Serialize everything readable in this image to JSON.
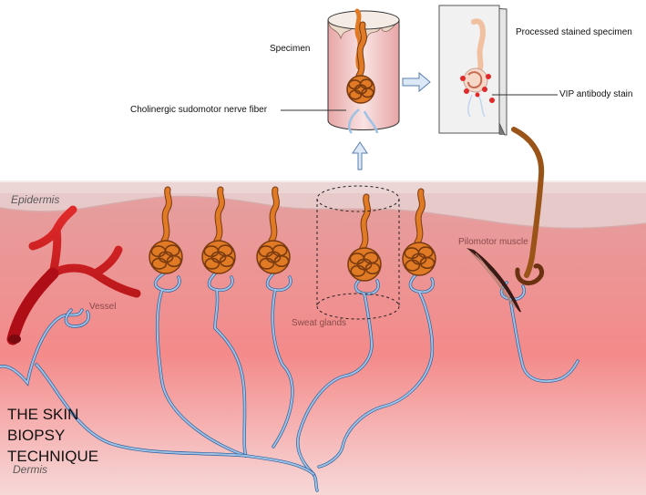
{
  "labels": {
    "specimen": "Specimen",
    "nerve_fiber": "Cholinergic sudomotor nerve fiber",
    "processed": "Processed stained specimen",
    "vip": "VIP antibody stain",
    "epidermis": "Epidermis",
    "dermis": "Dermis",
    "vessel": "Vessel",
    "sweat_glands": "Sweat glands",
    "pilomotor": "Pilomotor muscle"
  },
  "title_lines": [
    "THE SKIN",
    "BIOPSY",
    "TECHNIQUE"
  ],
  "colors": {
    "gland": "#e07a24",
    "gland_dark": "#7a3a10",
    "nerve": "#9ec2e6",
    "nerve_outline": "#2d5f9a",
    "vessel": "#c8141c",
    "hair": "#9a5418",
    "muscle": "#3a1a14",
    "stain": "#e02a2a",
    "dermis_mid": "#f48a8a",
    "epidermis": "#e6c8c8"
  }
}
